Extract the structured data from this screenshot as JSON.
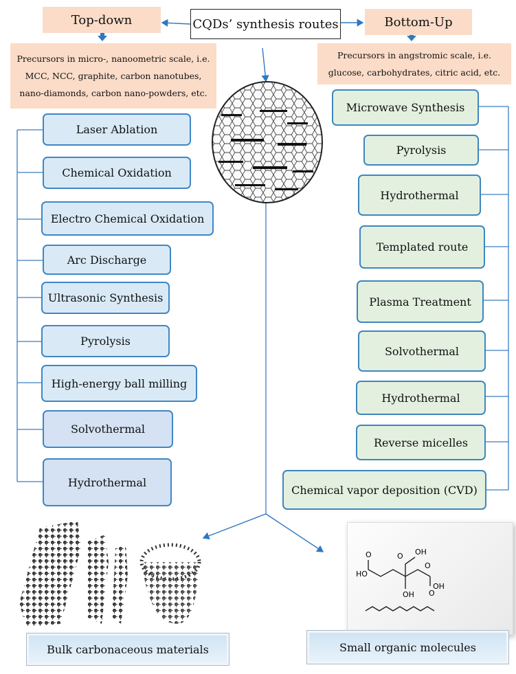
{
  "title": "CQDs’ synthesis routes",
  "top_down": {
    "heading": "Top-down",
    "precursors": [
      "Precursors in micro-, nanoometric scale, i.e.",
      "MCC, NCC, graphite, carbon nanotubes,",
      "nano-diamonds, carbon nano-powders, etc."
    ],
    "methods": [
      "Laser Ablation",
      "Chemical Oxidation",
      "Electro Chemical Oxidation",
      "Arc Discharge",
      "Ultrasonic Synthesis",
      "Pyrolysis",
      "High-energy ball milling",
      "Solvothermal",
      "Hydrothermal"
    ]
  },
  "bottom_up": {
    "heading": "Bottom-Up",
    "precursors": [
      "Precursors in angstromic scale, i.e.",
      "glucose, carbohydrates, citric acid, etc."
    ],
    "methods": [
      "Microwave Synthesis",
      "Pyrolysis",
      "Hydrothermal",
      "Templated route",
      "Plasma Treatment",
      "Solvothermal",
      "Hydrothermal",
      "Reverse micelles",
      "Chemical vapor deposition (CVD)"
    ]
  },
  "molecule_labels": [
    "OH",
    "O",
    "HO",
    "O",
    "OH",
    "O",
    "OH",
    "O"
  ],
  "bulk_label": "Bulk carbonaceous materials",
  "small_label": "Small organic molecules",
  "colors": {
    "peach": "#fbdcc8",
    "blue_box": "#d9eaf6",
    "green_box": "#e3f0df",
    "border": "#3f86c6",
    "arrow": "#2f78c2"
  }
}
